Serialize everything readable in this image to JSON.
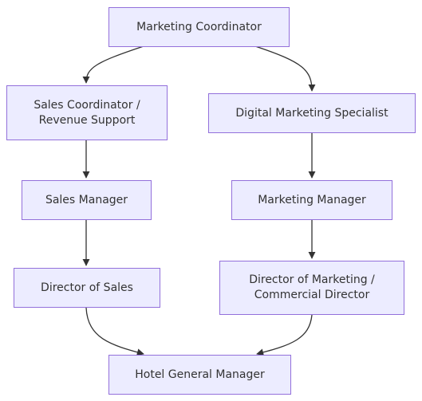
{
  "diagram": {
    "type": "flowchart",
    "direction": "top-down",
    "colors": {
      "node_fill": "#ececff",
      "node_border": "#9370db",
      "edge": "#333333",
      "text": "#333333"
    },
    "nodes": {
      "marketing_coordinator": {
        "line1": "Marketing Coordinator"
      },
      "sales_coordinator": {
        "line1": "Sales Coordinator /",
        "line2": "Revenue Support"
      },
      "digital_marketing_specialist": {
        "line1": "Digital Marketing Specialist"
      },
      "sales_manager": {
        "line1": "Sales Manager"
      },
      "marketing_manager": {
        "line1": "Marketing Manager"
      },
      "director_of_sales": {
        "line1": "Director of Sales"
      },
      "director_of_marketing": {
        "line1": "Director of Marketing /",
        "line2": "Commercial Director"
      },
      "hotel_general_manager": {
        "line1": "Hotel General Manager"
      }
    },
    "edges": [
      {
        "from": "Marketing Coordinator",
        "to": "Sales Coordinator / Revenue Support"
      },
      {
        "from": "Marketing Coordinator",
        "to": "Digital Marketing Specialist"
      },
      {
        "from": "Sales Coordinator / Revenue Support",
        "to": "Sales Manager"
      },
      {
        "from": "Sales Manager",
        "to": "Director of Sales"
      },
      {
        "from": "Director of Sales",
        "to": "Hotel General Manager"
      },
      {
        "from": "Digital Marketing Specialist",
        "to": "Marketing Manager"
      },
      {
        "from": "Marketing Manager",
        "to": "Director of Marketing / Commercial Director"
      },
      {
        "from": "Director of Marketing / Commercial Director",
        "to": "Hotel General Manager"
      }
    ]
  }
}
